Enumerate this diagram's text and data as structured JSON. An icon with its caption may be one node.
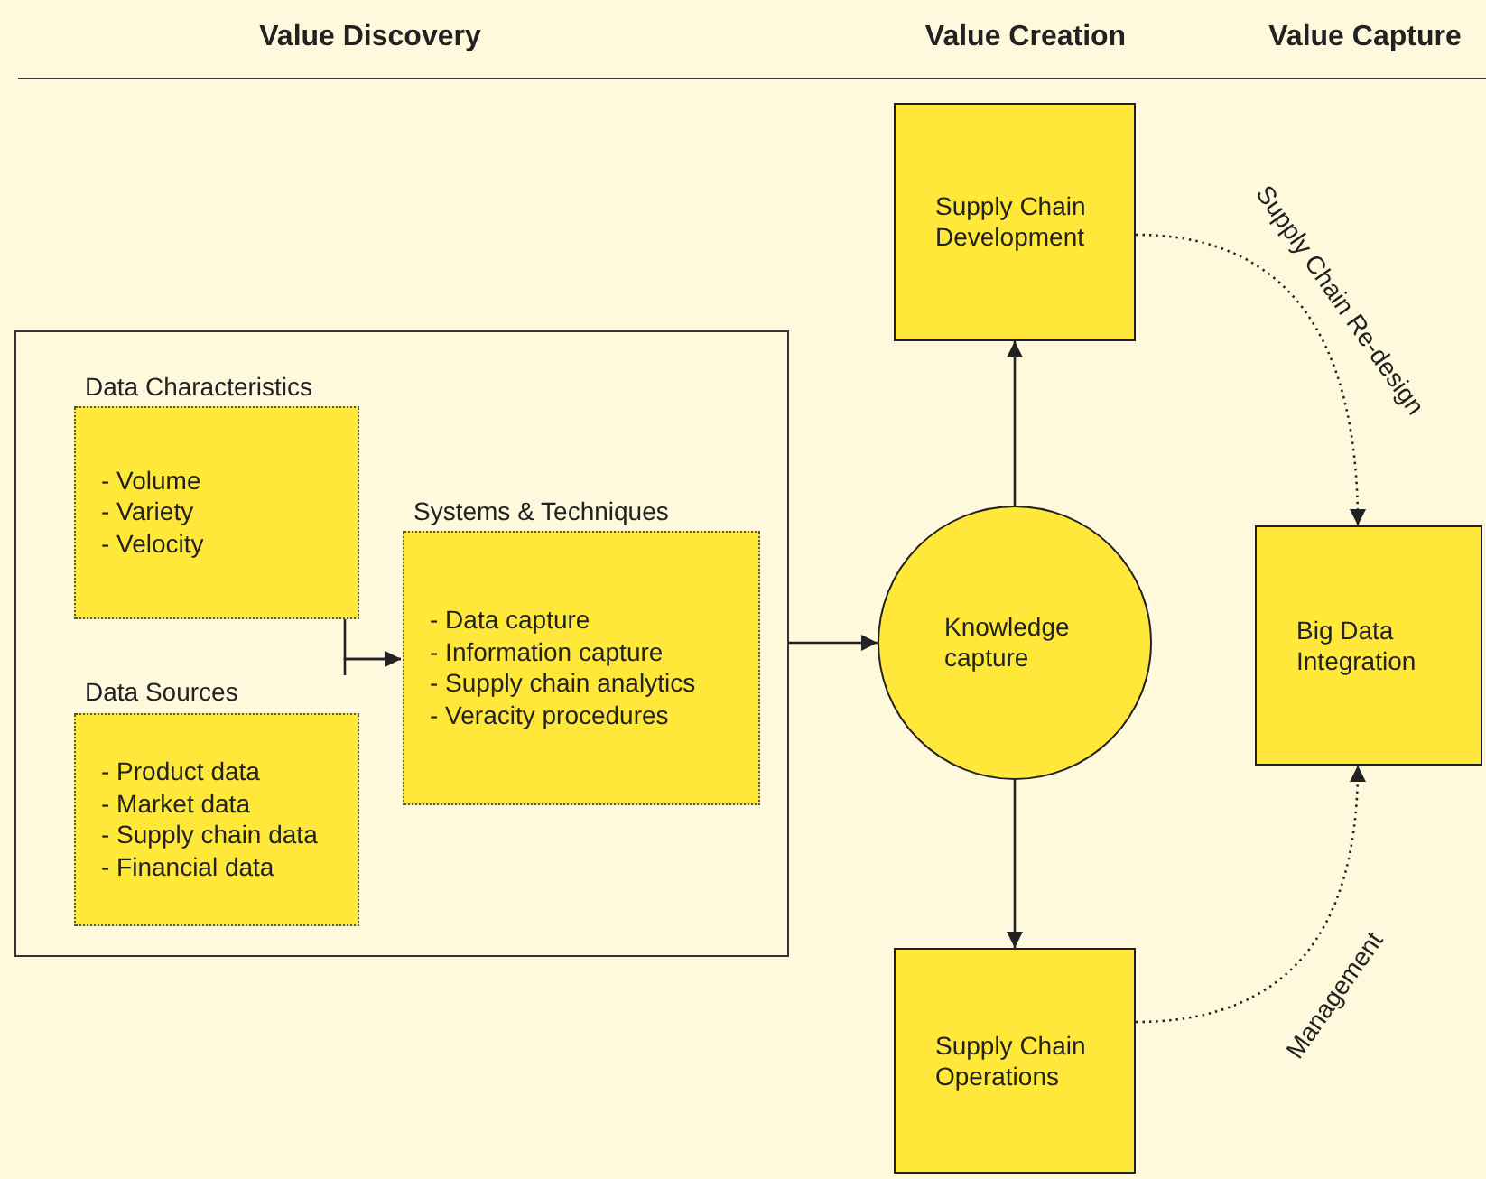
{
  "diagram": {
    "nodes": [
      {
        "text": [],
        "shape": "box"
      },
      {
        "text": [
          "Data Characteristics",
          "- Volume",
          "- Variety",
          "- Velocity"
        ],
        "in": 0
      },
      {
        "text": [
          "Data Sources",
          "- Product data",
          "- Market data",
          "- Supply chain data",
          "- Financial data"
        ],
        "in": 0
      },
      {
        "text": [
          "Systems & Techniques",
          "- Data capture",
          "- Information capture",
          "- Supply chain analytics",
          "- Veracity procedures"
        ],
        "in": 0
      },
      {
        "text": [
          "Knowledge capture"
        ]
      },
      {
        "text": [
          "Supply Chain Development"
        ]
      },
      {
        "text": [
          "Supply Chain Operations"
        ]
      },
      {
        "text": [
          "Big Data Integration"
        ]
      }
    ],
    "edges": [
      {
        "from": 1,
        "to": 3,
        "arrow": "to"
      },
      {
        "from": 2,
        "to": 3,
        "arrow": "to"
      },
      {
        "from": 0,
        "to": 4,
        "arrow": "to"
      },
      {
        "from": 4,
        "to": 5,
        "arrow": "to"
      },
      {
        "from": 4,
        "to": 6,
        "arrow": "to"
      },
      {
        "from": 5,
        "to": 7,
        "arrow": "to",
        "label": "Supply Chain Re-design",
        "style": "dashed"
      },
      {
        "from": 6,
        "to": 7,
        "arrow": "to",
        "label": "Management",
        "style": "dashed"
      }
    ],
    "labels": [
      "Value Discovery",
      "Value Creation",
      "Value Capture"
    ]
  }
}
